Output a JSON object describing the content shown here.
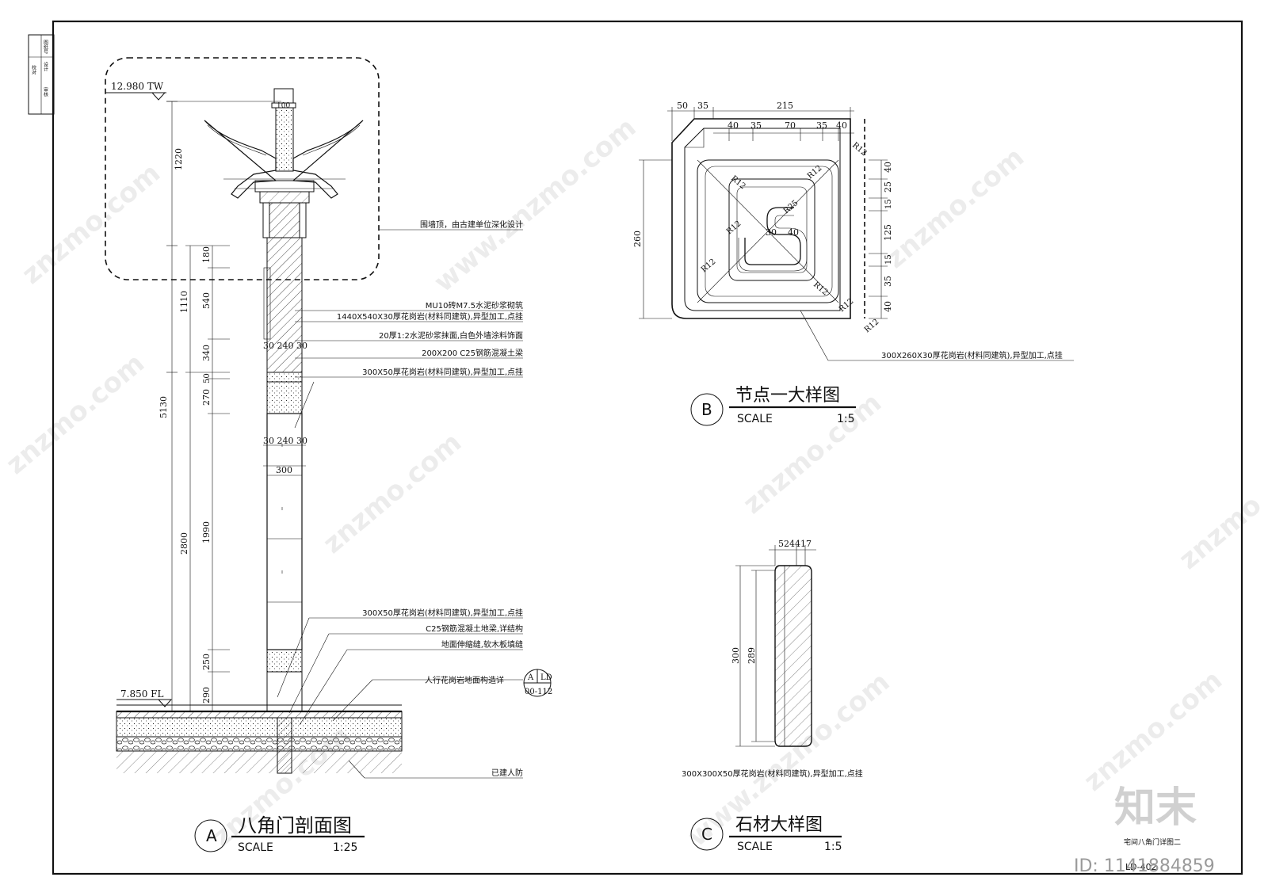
{
  "title_block": {
    "col1": "图纸号",
    "col2": "设计",
    "col3": "校对",
    "col4": "审核"
  },
  "section_a": {
    "top_elevation": "12.980 TW",
    "floor_elevation": "7.850 FL",
    "dims_outer": [
      "1220",
      "5130",
      "1110",
      "2800"
    ],
    "dims_inner": [
      "180",
      "540",
      "340",
      "50",
      "270",
      "1990",
      "250",
      "290"
    ],
    "width_parts": "30 240 30",
    "width_total": "300",
    "top_width": "100",
    "annotations": [
      "围墙顶，由古建单位深化设计",
      "MU10砖M7.5水泥砂浆砌筑",
      "1440X540X30厚花岗岩(材料同建筑),异型加工,点挂",
      "20厚1:2水泥砂浆抹面,白色外墙涂料饰面",
      "200X200 C25钢筋混凝土梁",
      "300X50厚花岗岩(材料同建筑),异型加工,点挂",
      "300X50厚花岗岩(材料同建筑),异型加工,点挂",
      "C25钢筋混凝土地梁,详结构",
      "地面伸缩缝,软木板填缝",
      "人行花岗岩地面构造详",
      "已建人防"
    ],
    "ref_top": "A",
    "ref_top_right": "LD",
    "ref_bottom": "00-112",
    "title_letter": "A",
    "title": "八角门剖面图",
    "scale_label": "SCALE",
    "scale_value": "1:25"
  },
  "detail_b": {
    "dims_top_row1": [
      "50",
      "35",
      "215"
    ],
    "dims_top_row2": [
      "40",
      "35",
      "70",
      "35",
      "40"
    ],
    "dim_left": "260",
    "dims_right": [
      "40",
      "25",
      "15",
      "125",
      "15",
      "35",
      "40"
    ],
    "radius_labels": [
      "R12",
      "R12",
      "R12",
      "R12",
      "R25",
      "R12",
      "R12",
      "R12",
      "R12"
    ],
    "inner_dims": [
      "30",
      "40"
    ],
    "annotation": "300X260X30厚花岗岩(材料同建筑),异型加工,点挂",
    "title_letter": "B",
    "title": "节点一大样图",
    "scale_label": "SCALE",
    "scale_value": "1:5"
  },
  "detail_c": {
    "dims_top": "524417",
    "dim_outer": "300",
    "dim_inner": "289",
    "annotation": "300X300X50厚花岗岩(材料同建筑),异型加工,点挂",
    "title_letter": "C",
    "title": "石材大样图",
    "scale_label": "SCALE",
    "scale_value": "1:5"
  },
  "sheet": {
    "sheet_name": "宅间八角门详图二",
    "sheet_no": "LD-402",
    "logo_text": "知末",
    "id_text": "ID: 1141884859"
  }
}
